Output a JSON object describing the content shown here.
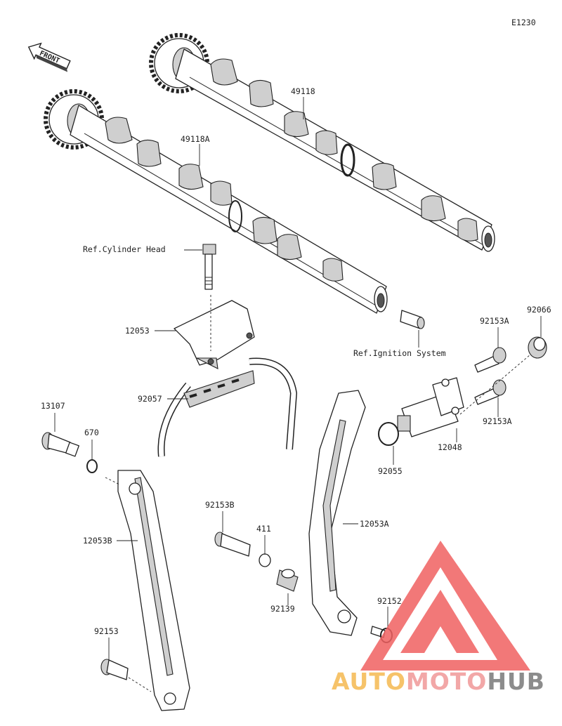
{
  "diagram_code": "E1230",
  "front_arrow": {
    "text": "FRONT"
  },
  "labels": {
    "camshaft_exhaust": "49118",
    "camshaft_intake": "49118A",
    "ref_cylinder_head": "Ref.Cylinder Head",
    "ref_ignition_system": "Ref.Ignition System",
    "guide_upper": "12053",
    "chain": "92057",
    "bolt_13107": "13107",
    "oring_670": "670",
    "guide_left": "12053B",
    "bolt_92153b": "92153B",
    "washer_411": "411",
    "collar_92139": "92139",
    "guide_right": "12053A",
    "washer_92152": "92152",
    "bolt_92153": "92153",
    "tensioner": "12048",
    "gasket_92055": "92055",
    "bolt_92153a_top": "92153A",
    "bolt_92153a_bottom": "92153A",
    "cap_92066": "92066"
  },
  "logo": {
    "word_part1": "AUTO",
    "word_part2": "MOTO",
    "word_part3": "HUB",
    "color_triangle": "#f06060",
    "color_auto": "#f6c36a",
    "color_moto": "#f2a7a7",
    "color_hub": "#8c8c8c"
  }
}
